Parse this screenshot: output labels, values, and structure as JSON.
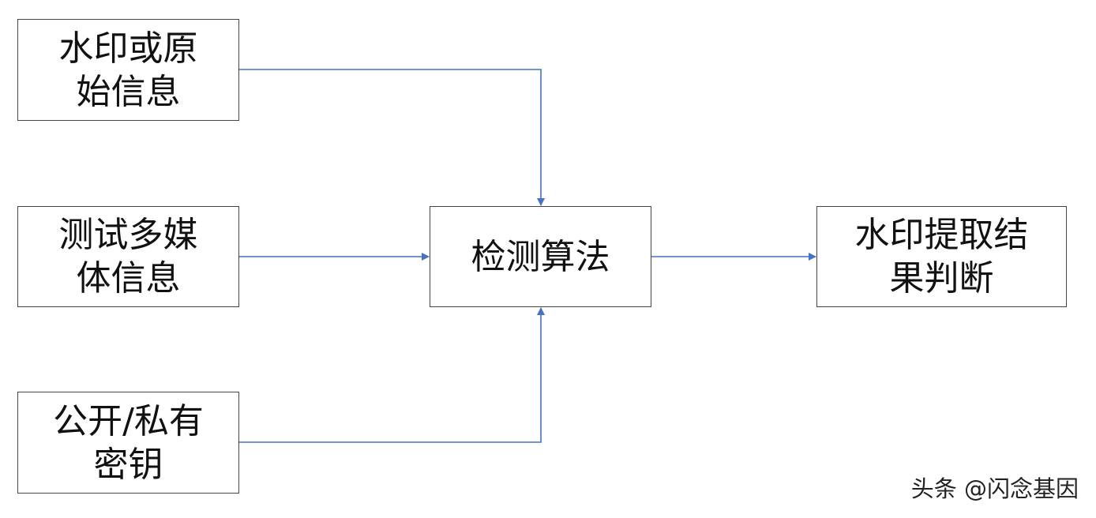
{
  "nodes": {
    "watermark_info": {
      "lines": [
        "水印或原",
        "始信息"
      ]
    },
    "test_media": {
      "lines": [
        "测试多媒",
        "体信息"
      ]
    },
    "key": {
      "lines": [
        "公开/私有",
        "密钥"
      ]
    },
    "algorithm": {
      "lines": [
        "检测算法"
      ]
    },
    "result": {
      "lines": [
        "水印提取结",
        "果判断"
      ]
    }
  },
  "source_watermark": "头条 @闪念基因",
  "colors": {
    "connector": "#4472C4",
    "box_border": "#444444",
    "text": "#111111"
  }
}
